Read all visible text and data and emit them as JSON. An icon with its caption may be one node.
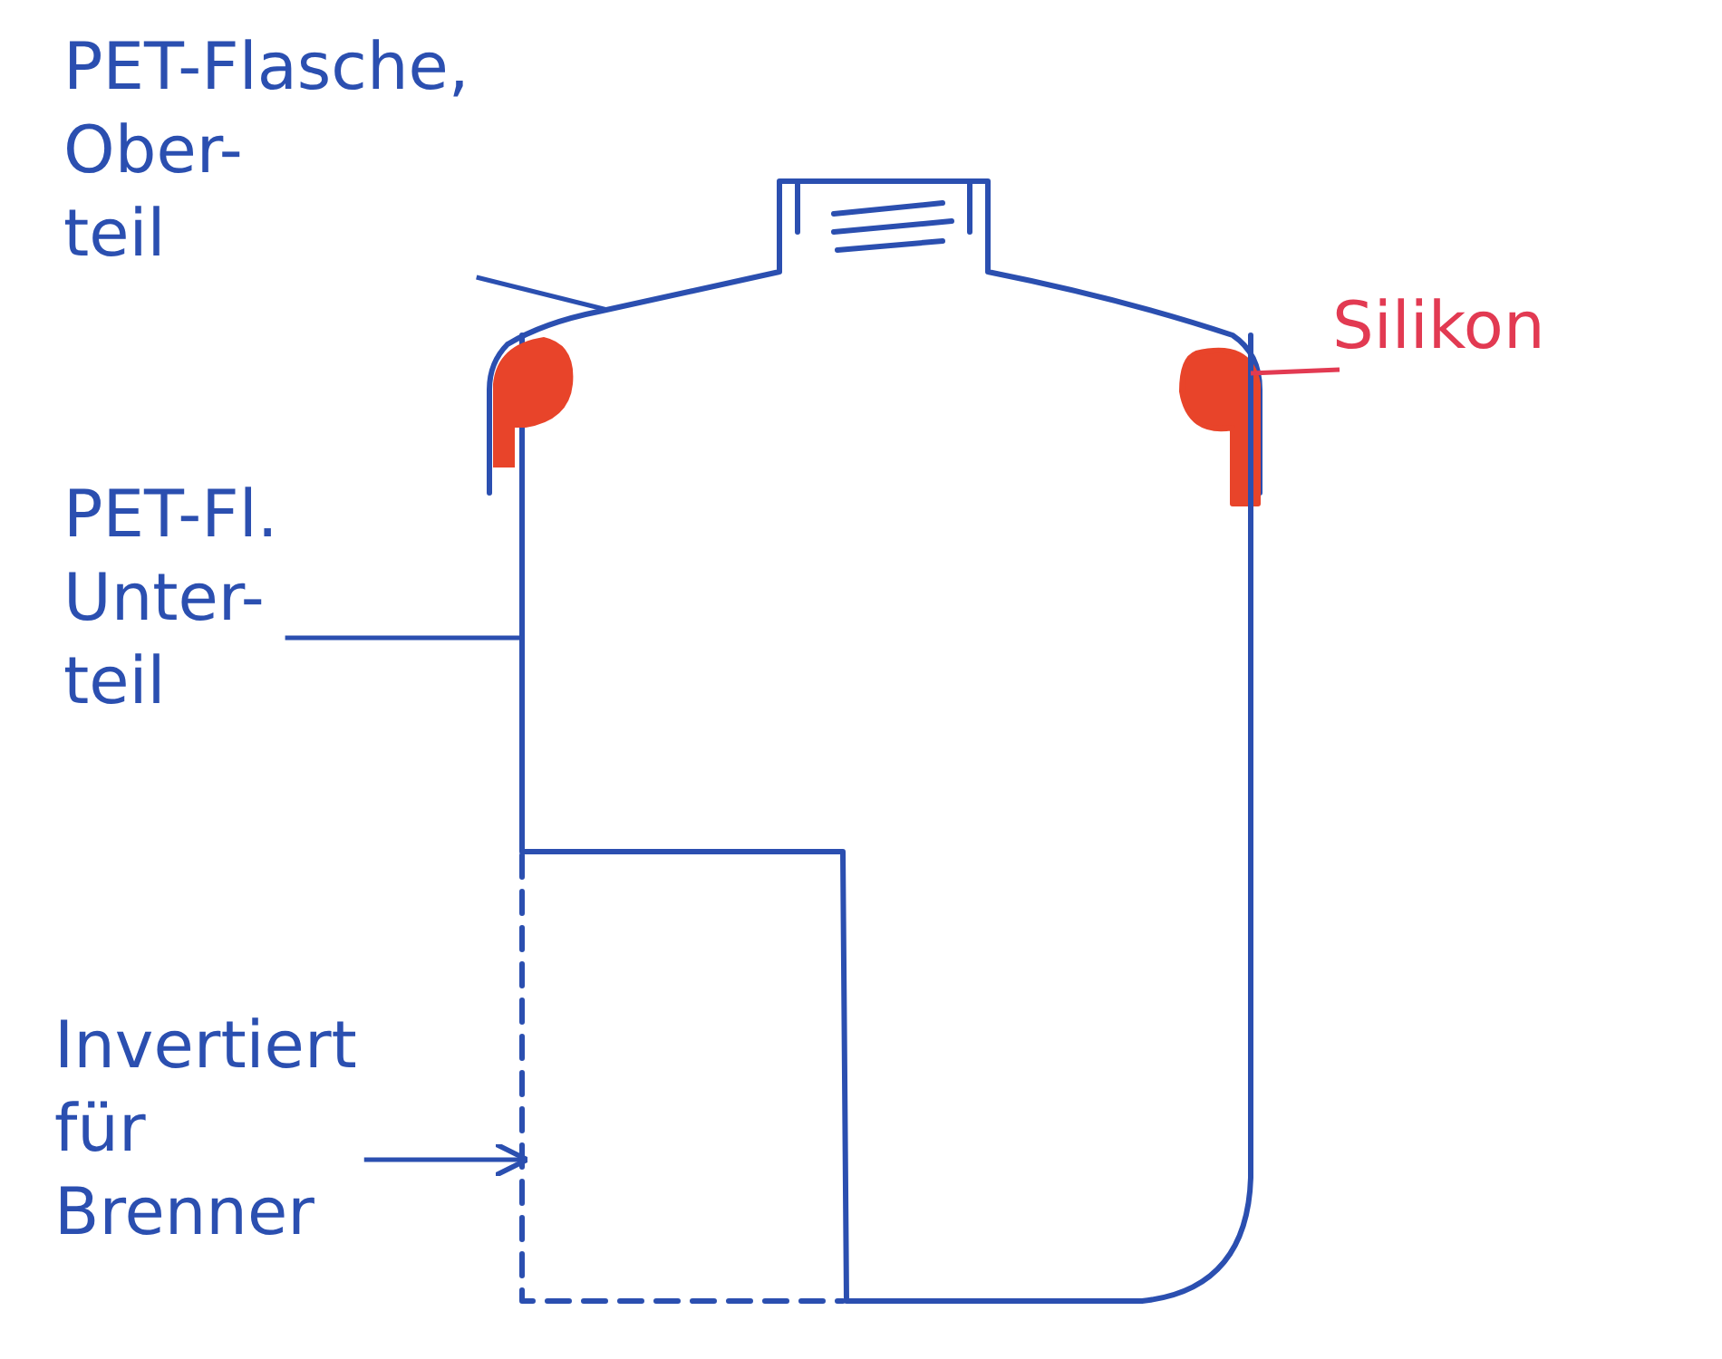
{
  "diagram": {
    "nodes": [
      {
        "text": [
          "PET-Flasche, Ober- teil"
        ]
      },
      {
        "text": [],
        "shape": "picture"
      },
      {
        "text": [
          "Silikon"
        ]
      },
      {
        "text": [],
        "shape": "picture"
      },
      {
        "text": [
          "PET-Fl. Unter- teil"
        ]
      },
      {
        "text": [],
        "shape": "picture"
      },
      {
        "text": [
          "Invertiert für Brenner"
        ]
      },
      {
        "text": [],
        "shape": "picture",
        "in": 5
      }
    ],
    "edges": [
      {
        "from": 0,
        "to": 1,
        "arrow": "none"
      },
      {
        "from": 2,
        "to": 3,
        "arrow": "none",
        "color": "#e23a52"
      },
      {
        "from": 4,
        "to": 5,
        "arrow": "none"
      },
      {
        "from": 6,
        "to": 7,
        "arrow": "to"
      }
    ]
  }
}
